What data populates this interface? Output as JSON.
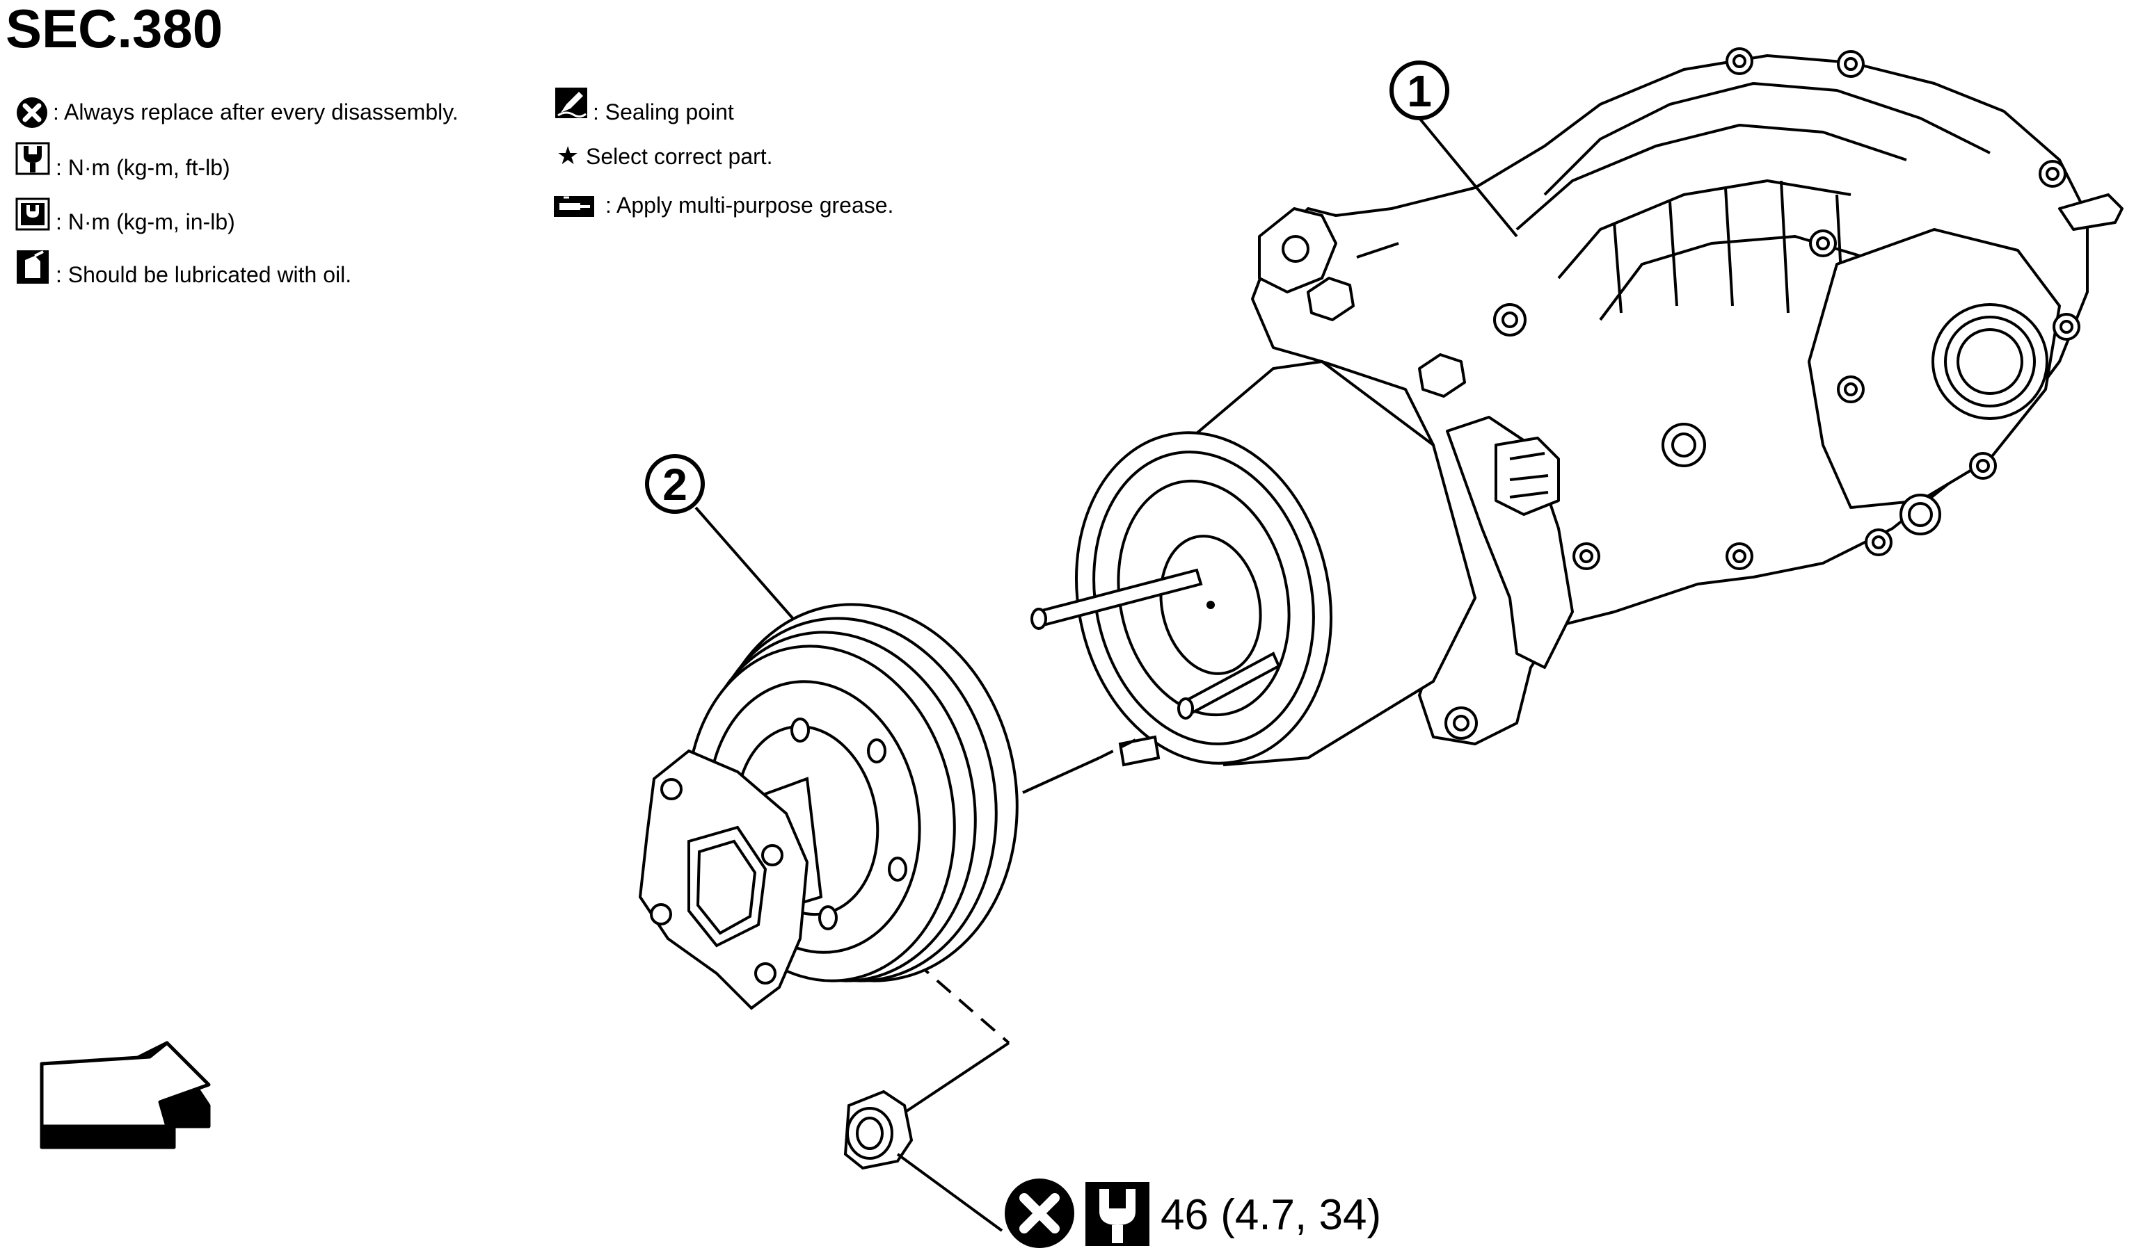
{
  "section": "SEC.380",
  "legend": {
    "replace": ": Always replace after every disassembly.",
    "torque_ft_lb": ": N·m (kg-m, ft-lb)",
    "torque_in_lb": ": N·m (kg-m, in-lb)",
    "lubricate_oil": ": Should be lubricated with oil.",
    "sealing_point": ": Sealing point",
    "select_part": "Select correct part.",
    "grease": ": Apply multi-purpose grease."
  },
  "callouts": {
    "one": "1",
    "two": "2"
  },
  "torque_spec": "46 (4.7, 34)"
}
